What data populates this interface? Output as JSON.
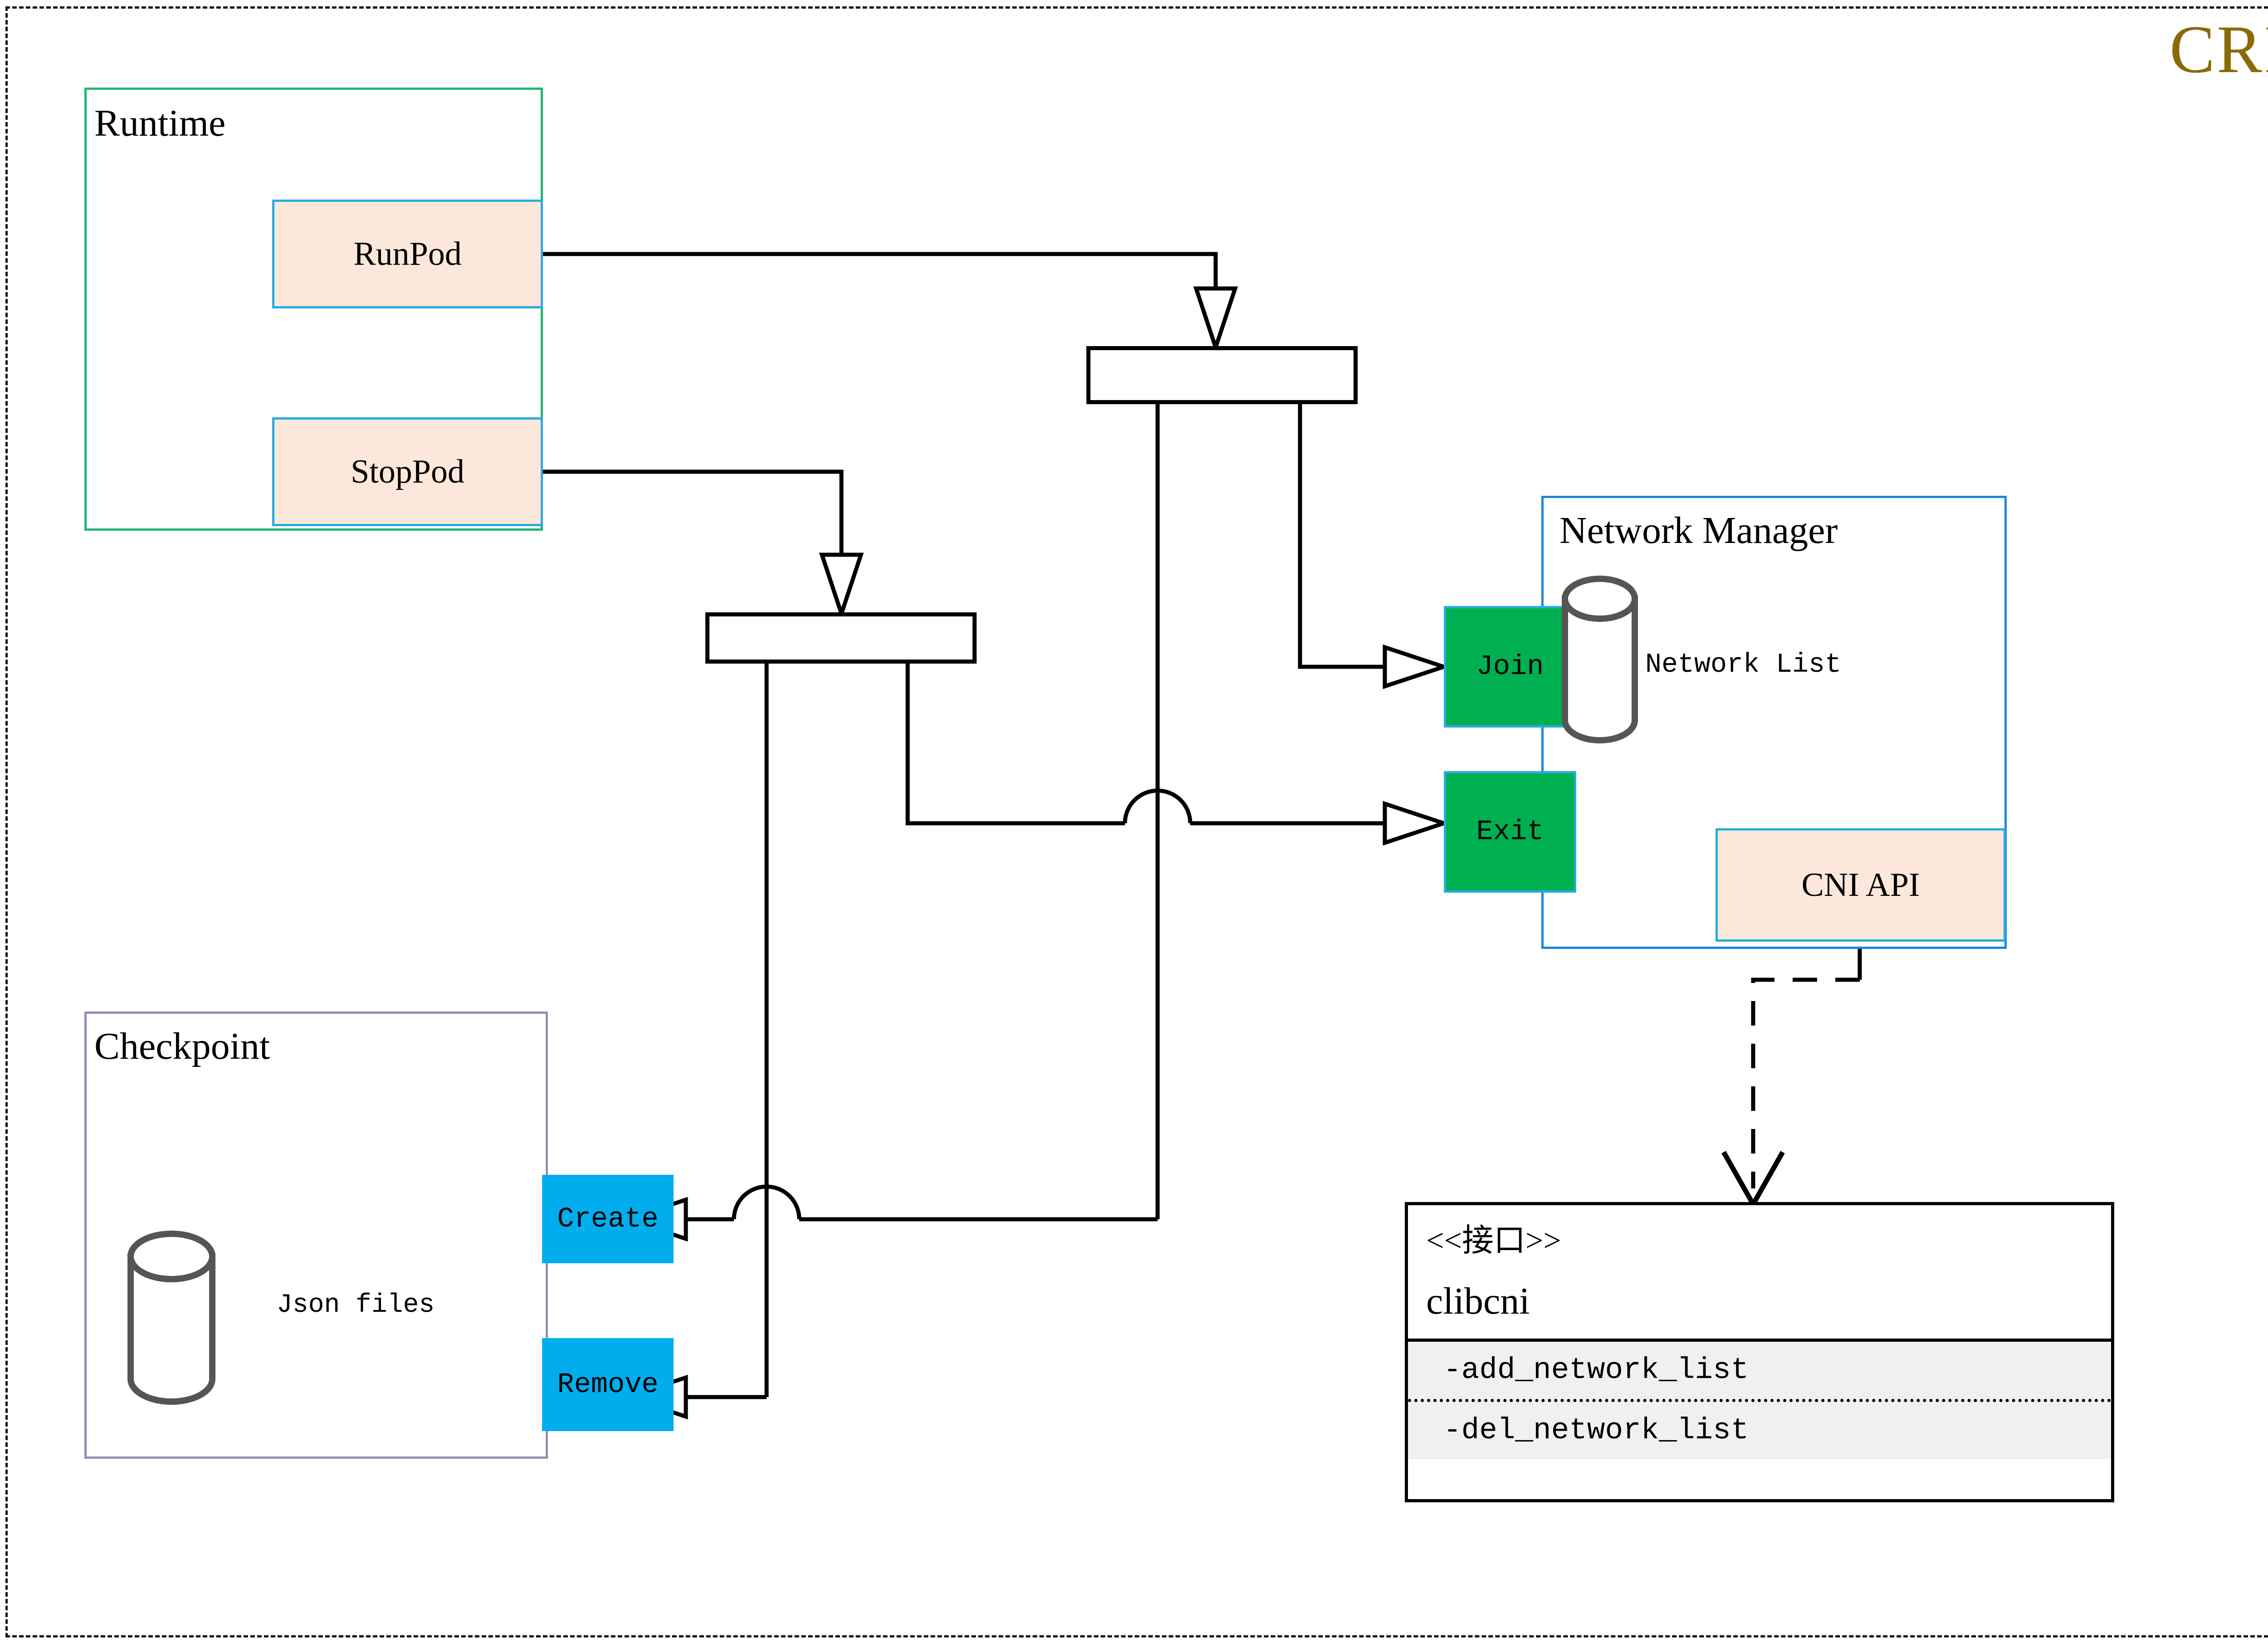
{
  "diagram": {
    "title": "CRI",
    "title_color": "#8a6b0a",
    "frame_style": "dashed"
  },
  "groups": {
    "runtime": {
      "label": "Runtime",
      "border_color": "#22b573",
      "ports": [
        {
          "label": "RunPod",
          "fill": "#fce8da",
          "border": "#29abe2"
        },
        {
          "label": "StopPod",
          "fill": "#fce8da",
          "border": "#29abe2"
        }
      ]
    },
    "checkpoint": {
      "label": "Checkpoint",
      "border_color": "#9b8ab8",
      "store_label": "Json files",
      "store_icon": "cylinder-database-icon",
      "ports": [
        {
          "label": "Create",
          "fill": "#02adee"
        },
        {
          "label": "Remove",
          "fill": "#02adee"
        }
      ]
    },
    "network_manager": {
      "label": "Network Manager",
      "border_color": "#1c86d8",
      "store_label": "Network List",
      "store_icon": "cylinder-database-icon",
      "ports": [
        {
          "label": "Join",
          "fill": "#00b050",
          "border": "#29abe2"
        },
        {
          "label": "Exit",
          "fill": "#00b050",
          "border": "#29abe2"
        }
      ],
      "api_box": {
        "label": "CNI API",
        "fill": "#fce8da",
        "border": "#29abe2"
      }
    }
  },
  "interface": {
    "stereotype": "<<接口>>",
    "name": "clibcni",
    "operations": [
      "-add_network_list",
      "-del_network_list"
    ],
    "ops_fill": "#f0f0f0"
  },
  "fork_bars": [
    {
      "name": "runpod-fork-bar"
    },
    {
      "name": "stoppod-fork-bar"
    }
  ],
  "connectors": {
    "arrowhead": "hollow-triangle",
    "realization": "dashed-open-arrow"
  }
}
